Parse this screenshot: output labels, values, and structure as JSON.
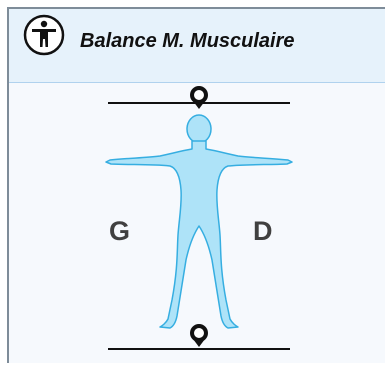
{
  "panel": {
    "title": "Balance M. Musculaire",
    "icon": "human-figure-icon"
  },
  "figure": {
    "body_color": "#aee3f8",
    "outline_color": "#36aee1",
    "left_side_label": "G",
    "right_side_label": "D"
  }
}
